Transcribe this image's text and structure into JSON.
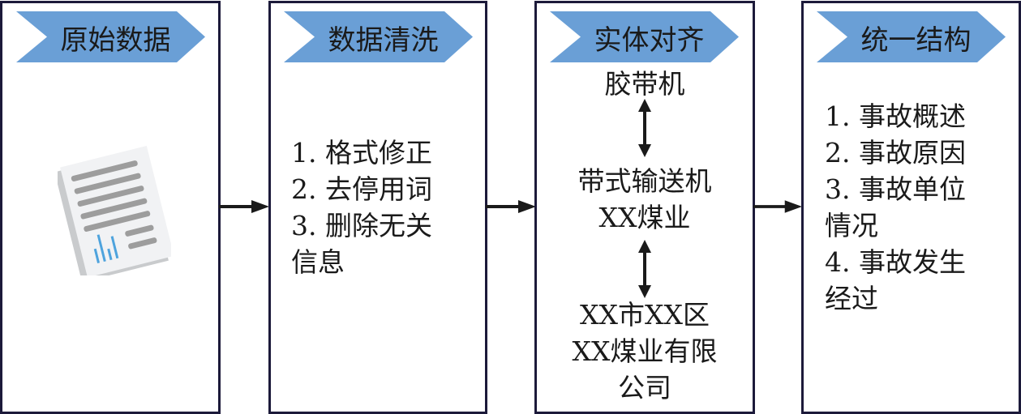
{
  "stages": [
    {
      "title": "原始数据"
    },
    {
      "title": "数据清洗",
      "items": [
        "1. 格式修正",
        "2. 去停用词",
        "3. 删除无关",
        "信息"
      ]
    },
    {
      "title": "实体对齐",
      "top": "胶带机",
      "middle": [
        "带式输送机",
        "XX煤业"
      ],
      "bottom": [
        "XX市XX区",
        "XX煤业有限",
        "公司"
      ]
    },
    {
      "title": "统一结构",
      "items": [
        "1. 事故概述",
        "2. 事故原因",
        "3. 事故单位",
        "情况",
        "4. 事故发生",
        "经过"
      ]
    }
  ],
  "colors": {
    "banner": "#6a9fd6",
    "border": "#1c1a3a",
    "chart": "#4ea3dd"
  }
}
